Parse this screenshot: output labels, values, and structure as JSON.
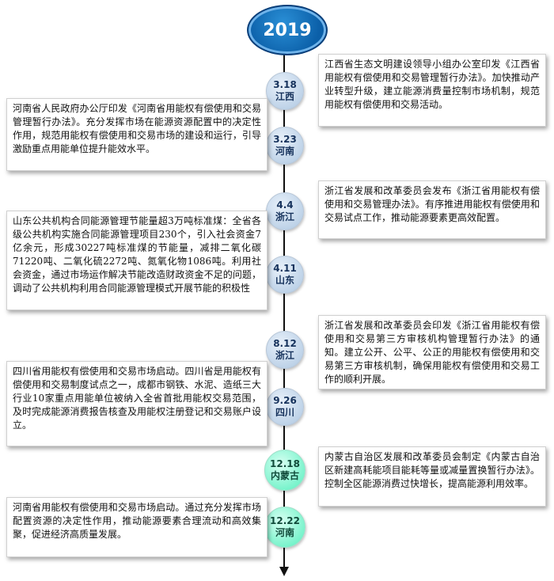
{
  "year": "2019",
  "events": [
    {
      "date": "3.18",
      "place": "江西",
      "color": "blue",
      "text": "江西省生态文明建设领导小组办公室印发《江西省用能权有偿使用和交易管理暂行办法》。加快推动产业转型升级，建立能源消费量控制市场机制，规范用能权有偿使用和交易活动。"
    },
    {
      "date": "3.23",
      "place": "河南",
      "color": "blue",
      "text": "河南省人民政府办公厅印发《河南省用能权有偿使用和交易管理暂行办法》。充分发挥市场在能源资源配置中的决定性作用，规范用能权有偿使用和交易市场的建设和运行，引导激励重点用能单位提升能效水平。"
    },
    {
      "date": "4.4",
      "place": "浙江",
      "color": "blue",
      "text": "浙江省发展和改革委员会发布《浙江省用能权有偿使用和交易管理办法》。有序推进用能权有偿使用和交易试点工作，推动能源要素更高效配置。"
    },
    {
      "date": "4.11",
      "place": "山东",
      "color": "blue",
      "text": "山东公共机构合同能源管理节能量超3万吨标准煤：全省各级公共机构实施合同能源管理项目230个，引入社会资金7亿余元，形成30227吨标准煤的节能量，减排二氧化碳71220吨、二氧化硫2272吨、氮氧化物1086吨。利用社会资金，通过市场运作解决节能改造财政资金不足的问题，调动了公共机构利用合同能源管理模式开展节能的积极性"
    },
    {
      "date": "8.12",
      "place": "浙江",
      "color": "blue",
      "text": "浙江省发展和改革委员会印发《浙江省用能权有偿使用和交易第三方审核机构管理暂行办法》的通知。建立公开、公平、公正的用能权有偿使用和交易第三方审核机制，确保用能权有偿使用和交易工作的顺利开展。"
    },
    {
      "date": "9.26",
      "place": "四川",
      "color": "blue",
      "text": "四川省用能权有偿使用和交易市场启动。四川省是用能权有偿使用和交易制度试点之一，成都市钢铁、水泥、造纸三大行业10家重点用能单位被纳入全省首批用能权交易范围，及时完成能源消费报告核查及用能权注册登记和交易账户设立。"
    },
    {
      "date": "12.18",
      "place": "内蒙古",
      "color": "green",
      "text": "内蒙古自治区发展和改革委员会制定《内蒙古自治区新建高耗能项目能耗等量或减量置换暂行办法》。控制全区能源消费过快增长，提高能源利用效率。"
    },
    {
      "date": "12.22",
      "place": "河南",
      "color": "green",
      "text": "河南省用能权有偿使用和交易市场启动。通过充分发挥市场配置资源的决定性作用，推动能源要素合理流动和高效集聚，促进经济高质量发展。"
    }
  ]
}
